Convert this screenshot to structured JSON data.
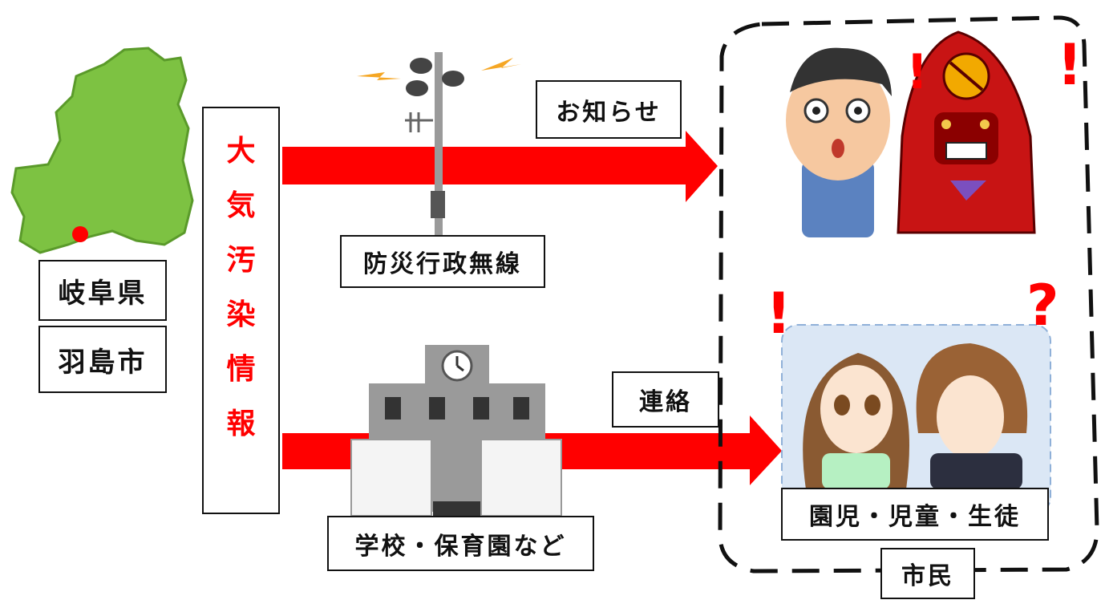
{
  "map": {
    "prefecture": "岐阜県",
    "city": "羽島市"
  },
  "info": {
    "chars": [
      "大",
      "気",
      "汚",
      "染",
      "情",
      "報"
    ]
  },
  "channels": {
    "radio_label": "防災行政無線",
    "notice_label": "お知らせ",
    "school_label": "学校・保育園など",
    "contact_label": "連絡"
  },
  "citizens": {
    "group_label": "市民",
    "students_label": "園児・児童・生徒",
    "exclaim": "!",
    "question": "?"
  },
  "colors": {
    "arrow": "#ff0000",
    "map": "#7dc242",
    "text_red": "#ff0000"
  }
}
